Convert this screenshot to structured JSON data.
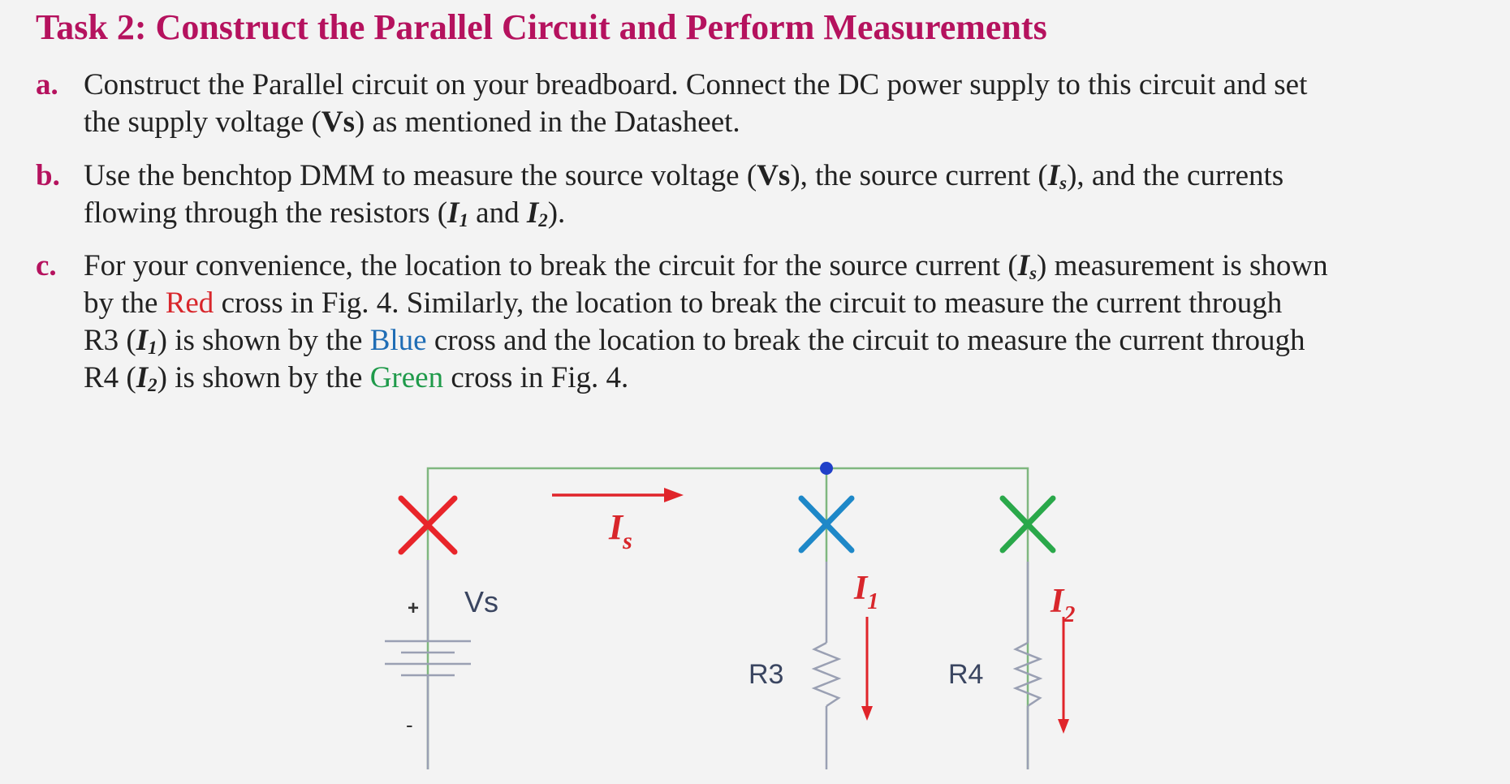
{
  "heading": "Task 2: Construct the Parallel Circuit and Perform Measurements",
  "items": {
    "a": {
      "marker": "a.",
      "l1": "Construct the Parallel circuit on your breadboard. Connect the DC power supply to this circuit and set",
      "l2_pre": "the supply voltage (",
      "l2_bold": "Vs",
      "l2_post": ") as mentioned in the Datasheet."
    },
    "b": {
      "marker": "b.",
      "l1_pre": "Use the benchtop DMM to measure the source voltage (",
      "l1_bold": "Vs",
      "l1_mid": "), the source current (",
      "l1_var": "I",
      "l1_sub": "s",
      "l1_post": "), and the currents",
      "l2_pre": "flowing through the resistors (",
      "l2_var1": "I",
      "l2_sub1": "1",
      "l2_and": " and ",
      "l2_var2": "I",
      "l2_sub2": "2",
      "l2_post": ")."
    },
    "c": {
      "marker": "c.",
      "l1_pre": "For your convenience, the location to break the circuit for the source current (",
      "l1_var": "I",
      "l1_sub": "s",
      "l1_post": ") measurement is shown",
      "l2_pre": "by the ",
      "l2_red": "Red",
      "l2_post": " cross in Fig. 4. Similarly, the location to break the circuit to measure the current through",
      "l3_pre": "R3 (",
      "l3_var": "I",
      "l3_sub": "1",
      "l3_mid": ") is shown by the ",
      "l3_blue": "Blue",
      "l3_post": " cross and the location to break the circuit to measure the current through",
      "l4_pre": "R4 (",
      "l4_var": "I",
      "l4_sub": "2",
      "l4_mid": ") is shown by the ",
      "l4_green": "Green",
      "l4_post": " cross in Fig. 4."
    }
  },
  "circuit": {
    "source_label": "Vs",
    "plus_sign": "+",
    "minus_sign": "-",
    "r3_label": "R3",
    "r4_label": "R4",
    "is_var": "I",
    "is_sub": "s",
    "i1_var": "I",
    "i1_sub": "1",
    "i2_var": "I",
    "i2_sub": "2",
    "colors": {
      "wire": "#7fb77f",
      "lead": "#9aa0b3",
      "red_cross": "#e8252a",
      "blue_cross": "#1e88c8",
      "green_cross": "#2aa84a",
      "arrow": "#e0242a",
      "node": "#2040c8"
    }
  }
}
